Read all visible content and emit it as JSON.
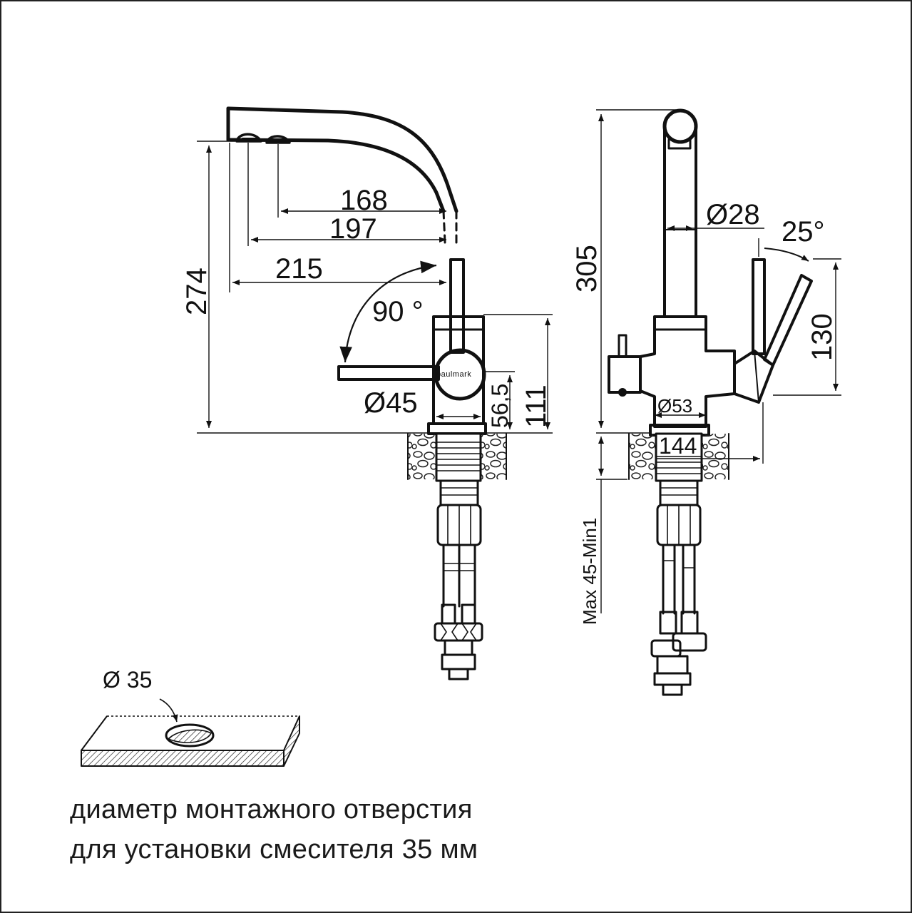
{
  "dimensions": {
    "spout_reach_168": "168",
    "spout_reach_197": "197",
    "spout_reach_215": "215",
    "height_274": "274",
    "swivel_angle": "90 °",
    "body_diameter": "Ø45",
    "height_56_5": "56,5",
    "height_111": "111",
    "total_height": "305",
    "spout_diameter": "Ø28",
    "lever_angle": "25°",
    "lever_height": "130",
    "base_diameter": "Ø53",
    "side_width": "144",
    "countertop_thickness": "Max 45-Min1",
    "hole_diameter": "Ø 35"
  },
  "logo": "paulmark",
  "caption": {
    "line1": "диаметр монтажного отверстия",
    "line2": "для установки смесителя 35 мм"
  }
}
